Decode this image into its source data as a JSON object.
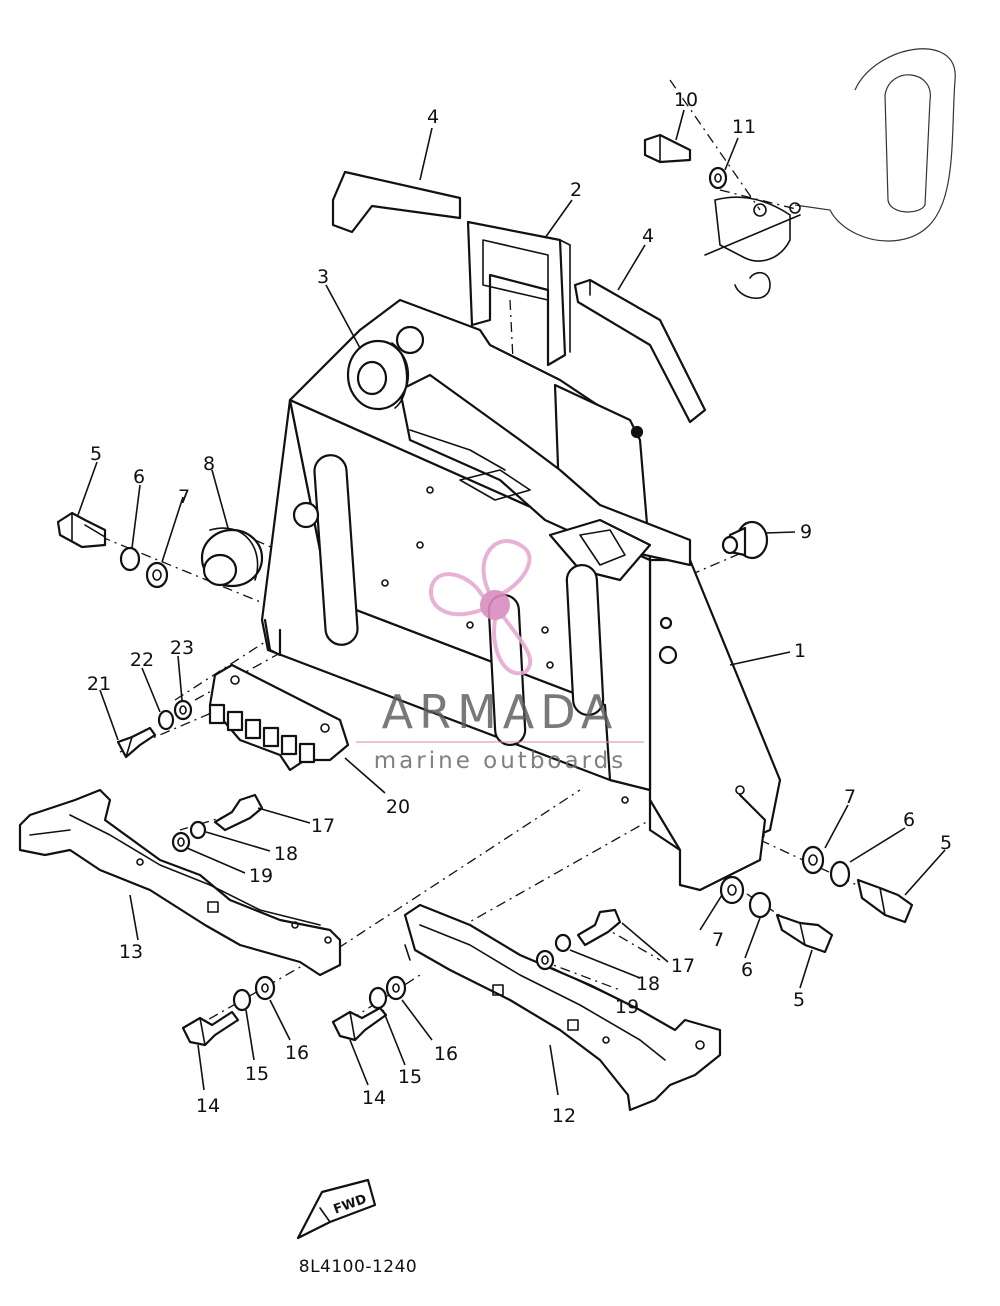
{
  "callouts": [
    {
      "id": "c4a",
      "text": "4"
    },
    {
      "id": "c2",
      "text": "2"
    },
    {
      "id": "c4b",
      "text": "4"
    },
    {
      "id": "c10",
      "text": "10"
    },
    {
      "id": "c11",
      "text": "11"
    },
    {
      "id": "c3",
      "text": "3"
    },
    {
      "id": "c5a",
      "text": "5"
    },
    {
      "id": "c6a",
      "text": "6"
    },
    {
      "id": "c7a",
      "text": "7"
    },
    {
      "id": "c8",
      "text": "8"
    },
    {
      "id": "c9",
      "text": "9"
    },
    {
      "id": "c1",
      "text": "1"
    },
    {
      "id": "c23",
      "text": "23"
    },
    {
      "id": "c22",
      "text": "22"
    },
    {
      "id": "c21",
      "text": "21"
    },
    {
      "id": "c20",
      "text": "20"
    },
    {
      "id": "c17a",
      "text": "17"
    },
    {
      "id": "c18a",
      "text": "18"
    },
    {
      "id": "c19a",
      "text": "19"
    },
    {
      "id": "c13",
      "text": "13"
    },
    {
      "id": "c7b",
      "text": "7"
    },
    {
      "id": "c6b",
      "text": "6"
    },
    {
      "id": "c5b",
      "text": "5"
    },
    {
      "id": "c7c",
      "text": "7"
    },
    {
      "id": "c6c",
      "text": "6"
    },
    {
      "id": "c5c",
      "text": "5"
    },
    {
      "id": "c17b",
      "text": "17"
    },
    {
      "id": "c18b",
      "text": "18"
    },
    {
      "id": "c19b",
      "text": "19"
    },
    {
      "id": "c16a",
      "text": "16"
    },
    {
      "id": "c15a",
      "text": "15"
    },
    {
      "id": "c14a",
      "text": "14"
    },
    {
      "id": "c16b",
      "text": "16"
    },
    {
      "id": "c15b",
      "text": "15"
    },
    {
      "id": "c14b",
      "text": "14"
    },
    {
      "id": "c12",
      "text": "12"
    }
  ],
  "diagram_code": "8L4100-1240",
  "fwd_label": "FWD",
  "watermark": {
    "name": "ARMADA",
    "tagline": "marine outboards",
    "logo_color": "#e6a9d2",
    "logo_dot_color": "#d98cc0",
    "text_color": "#5c5c5c"
  }
}
